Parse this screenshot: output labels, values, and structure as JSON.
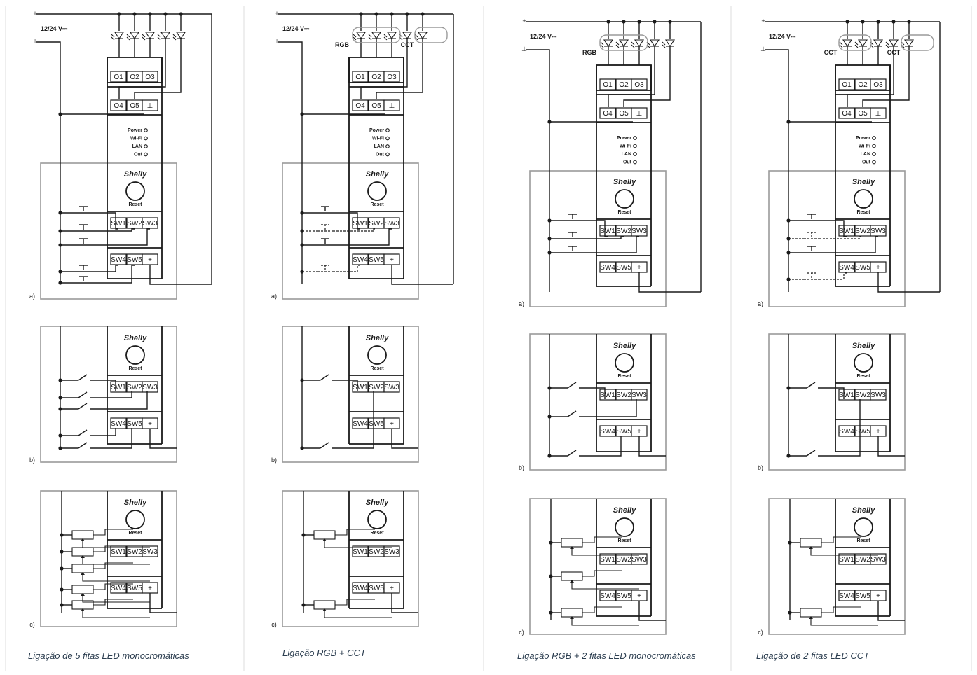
{
  "supply": {
    "plus": "+",
    "minus": "⊥",
    "voltage": "12/24 V⎓"
  },
  "device": {
    "brand": "Shelly",
    "reset": "Reset",
    "outputs_top": [
      "O1",
      "O2",
      "O3"
    ],
    "outputs_mid": [
      "O4",
      "O5",
      "⊥"
    ],
    "leds": [
      "Power",
      "Wi-Fi",
      "LAN",
      "Out"
    ],
    "inputs_top": [
      "SW1",
      "SW2",
      "SW3"
    ],
    "inputs_bottom": [
      "SW4",
      "SW5",
      "+"
    ]
  },
  "sub_labels": [
    "a)",
    "b)",
    "c)"
  ],
  "panels": [
    {
      "caption": "Ligação de 5 fitas LED monocromáticas",
      "mode": "mono5",
      "group_labels": []
    },
    {
      "caption": "Ligação RGB + CCT",
      "mode": "rgbcct",
      "group_labels": [
        "RGB",
        "CCT"
      ]
    },
    {
      "caption": "Ligação RGB + 2 fitas LED monocromáticas",
      "mode": "rgb2",
      "group_labels": [
        "RGB"
      ]
    },
    {
      "caption": "Ligação de 2 fitas LED CCT",
      "mode": "cct2",
      "group_labels": [
        "CCT",
        "CCT"
      ]
    }
  ],
  "colors": {
    "line": "#1a1a1a",
    "frame": "#9a9a9a",
    "caption": "#2c3e50",
    "divider": "#dcdcdc"
  }
}
